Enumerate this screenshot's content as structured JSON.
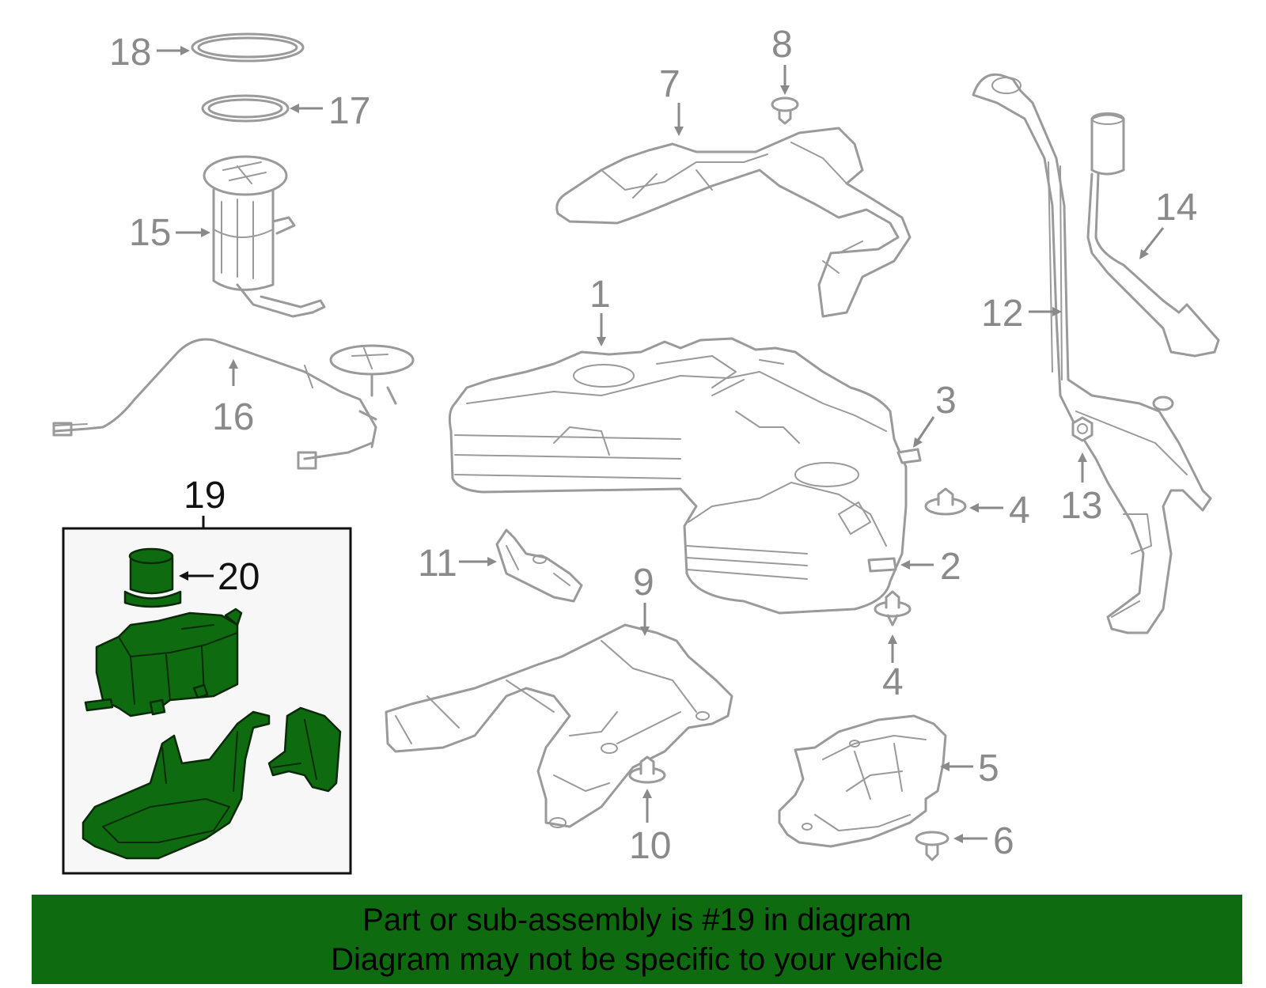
{
  "callouts": {
    "c1": "1",
    "c2": "2",
    "c3": "3",
    "c4a": "4",
    "c4b": "4",
    "c5": "5",
    "c6": "6",
    "c7": "7",
    "c8": "8",
    "c9": "9",
    "c10": "10",
    "c11": "11",
    "c12": "12",
    "c13": "13",
    "c14": "14",
    "c15": "15",
    "c16": "16",
    "c17": "17",
    "c18": "18",
    "c19": "19",
    "c20": "20"
  },
  "highlight": {
    "part_number": "19",
    "inset_part_numbers": [
      "20"
    ],
    "color": "#0f6b0f"
  },
  "banner": {
    "line1": "Part or sub-assembly is #19 in diagram",
    "line2": "Diagram may not be specific to your vehicle",
    "background": "#0f6b0f"
  }
}
